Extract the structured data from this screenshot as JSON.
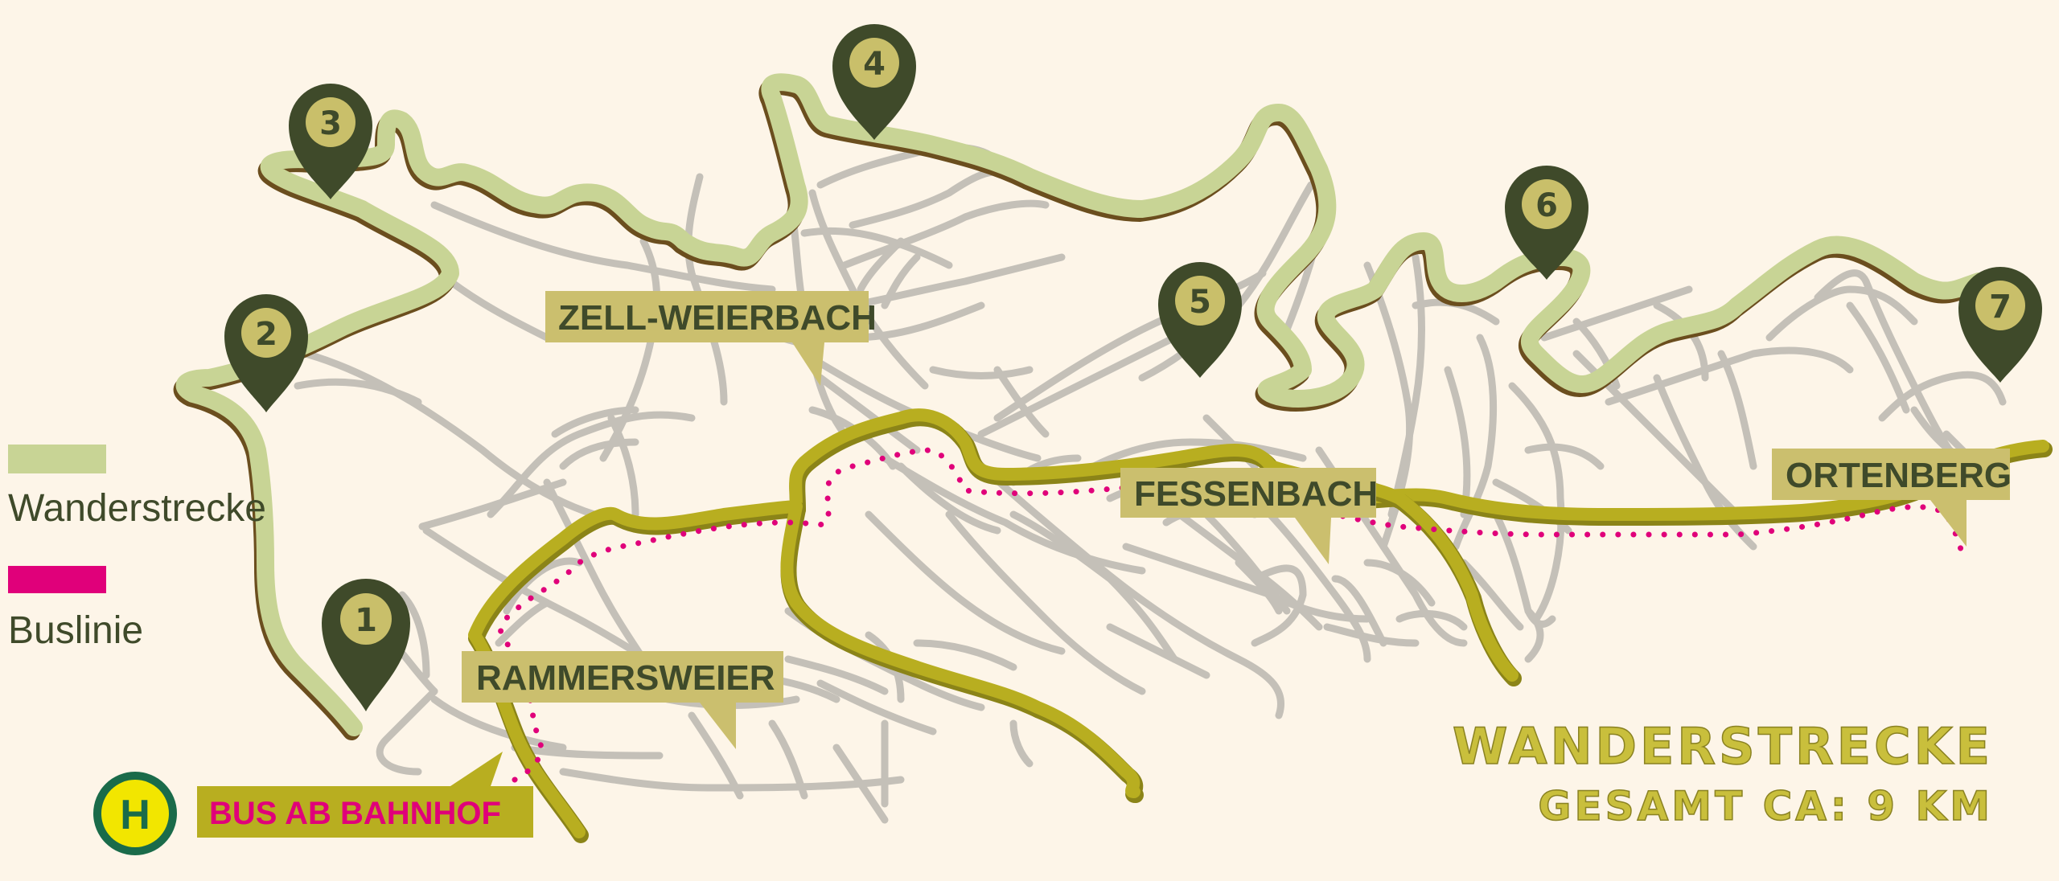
{
  "places": {
    "zell": "ZELL-WEIERBACH",
    "fessenbach": "FESSENBACH",
    "ortenberg": "ORTENBERG",
    "rammersweier": "RAMMERSWEIER"
  },
  "waypoints": [
    "1",
    "2",
    "3",
    "4",
    "5",
    "6",
    "7"
  ],
  "legend": {
    "hiking_label": "Wanderstrecke",
    "bus_label": "Buslinie"
  },
  "bus_stop": {
    "icon_letter": "H",
    "label": "BUS AB BAHNHOF"
  },
  "title": {
    "main": "WANDERSTRECKE",
    "sub": "GESAMT CA: 9 KM"
  },
  "colors": {
    "background": "#fdf5e8",
    "hiking_route": "#c8d495",
    "hiking_route_shadow": "#6b4e1e",
    "bus_line": "#e0007a",
    "main_road": "#b8ae20",
    "streets": "#c4c0b8",
    "pin": "#3f4a2a",
    "pin_circle": "#c9bf6a",
    "label_box": "#cbbf6e",
    "title": "#c9bf3c"
  }
}
